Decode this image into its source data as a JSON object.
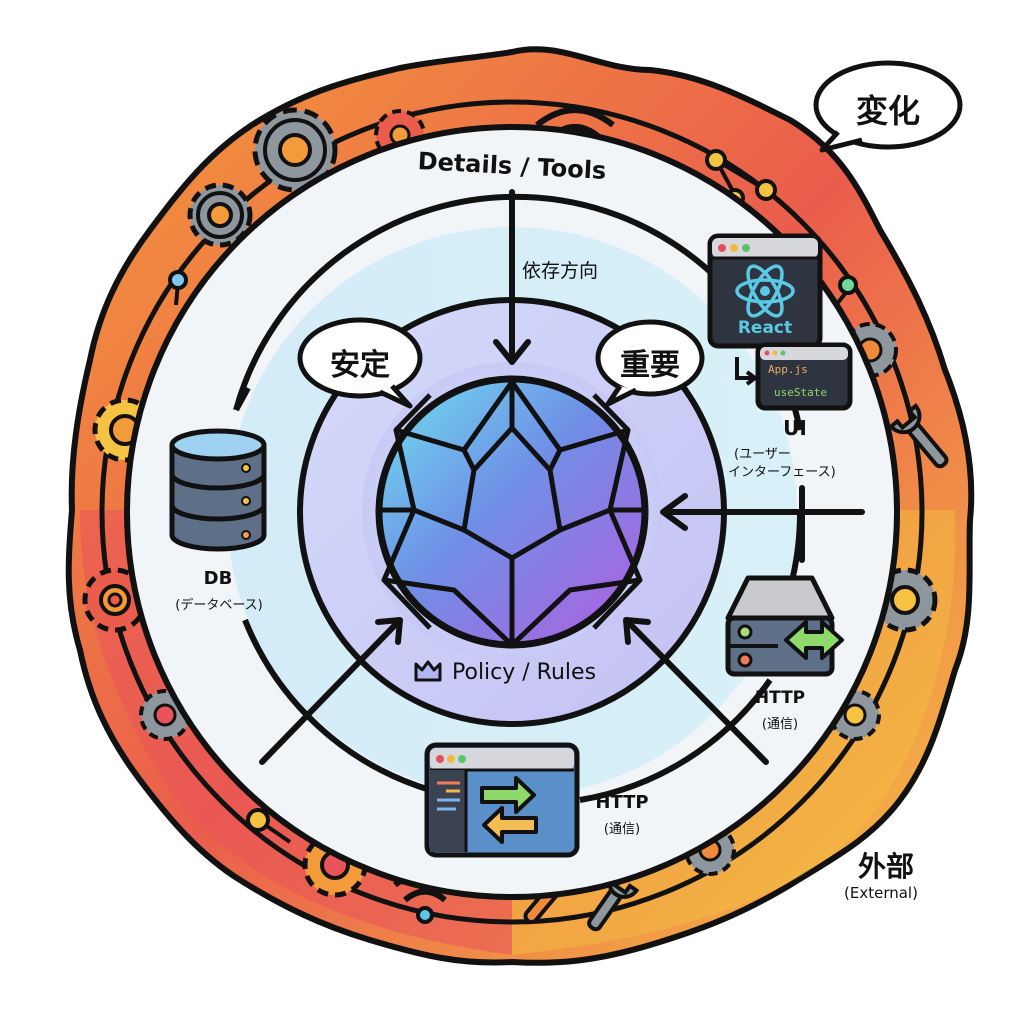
{
  "diagram": {
    "type": "concentric-layers",
    "layers": [
      {
        "id": "external",
        "title": "外部",
        "subtitle": "(External)",
        "color_segments": [
          "#f28c38",
          "#e9594f",
          "#f5c242",
          "#e8505b"
        ]
      },
      {
        "id": "details",
        "title": "Details / Tools",
        "color": "#f2f5f8"
      },
      {
        "id": "interface",
        "title": "依存方向",
        "color": "#d6eef8"
      },
      {
        "id": "core",
        "title": "Policy / Rules",
        "color": "#c9cdf7"
      }
    ],
    "labels": {
      "details_tools": "Details / Tools",
      "dependency_direction": "依存方向",
      "policy_rules": "Policy / Rules",
      "external_title": "外部",
      "external_sub": "(External)"
    },
    "bubbles": {
      "change": "変化",
      "stable": "安定",
      "important": "重要"
    },
    "components": {
      "react": {
        "title": "React",
        "code_file": "App.js",
        "code_line": "useState"
      },
      "ui": {
        "title": "UI",
        "sub_line1": "(ユーザー",
        "sub_line2": "インターフェース)"
      },
      "db": {
        "title": "DB",
        "sub": "(データベース)"
      },
      "http_right": {
        "title": "HTTP",
        "sub": "(通信)"
      },
      "http_bottom": {
        "title": "HTTP",
        "sub": "(通信)"
      }
    },
    "arrows": [
      {
        "from": "details",
        "to": "core",
        "direction": "down"
      },
      {
        "from": "ui",
        "to": "core",
        "direction": "left"
      },
      {
        "from": "db",
        "to": "core",
        "direction": "up-right"
      },
      {
        "from": "http_right",
        "to": "core",
        "direction": "up-left"
      }
    ],
    "colors": {
      "stroke": "#111111",
      "gear_gray": "#8e969e",
      "react_cyan": "#5bc8e6",
      "panel_dark": "#2e3440",
      "db_body": "#5d7087",
      "green": "#8fd86b",
      "amber": "#f5be55"
    }
  }
}
